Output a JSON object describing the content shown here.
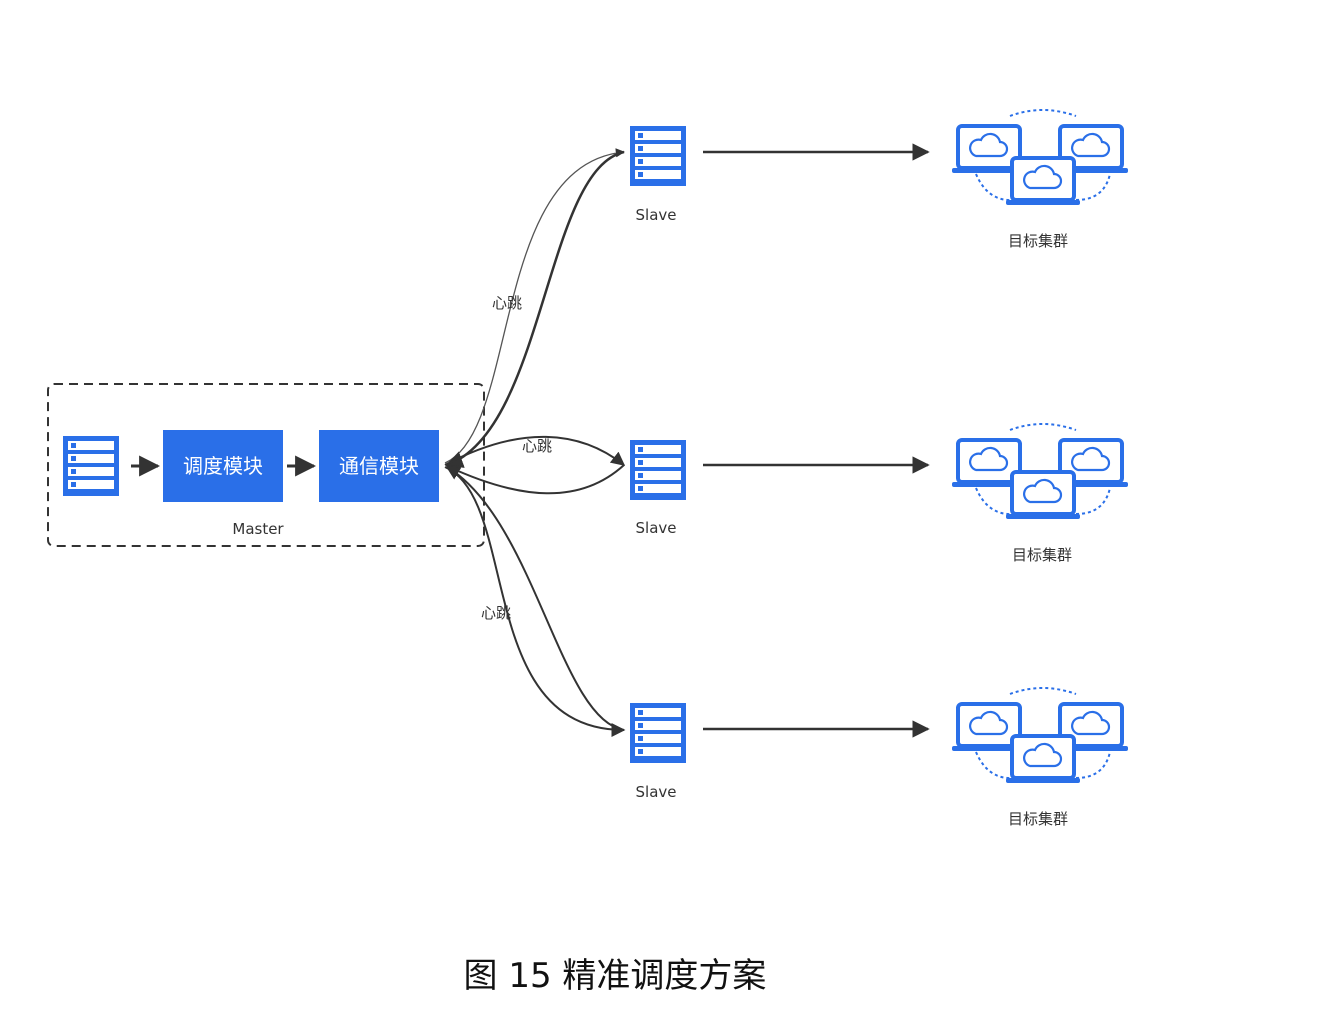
{
  "master": {
    "label": "Master",
    "scheduler_label": "调度模块",
    "comm_label": "通信模块"
  },
  "slaves": [
    {
      "label": "Slave",
      "cluster_label": "目标集群"
    },
    {
      "label": "Slave",
      "cluster_label": "目标集群"
    },
    {
      "label": "Slave",
      "cluster_label": "目标集群"
    }
  ],
  "heartbeat_labels": [
    "心跳",
    "心跳",
    "心跳"
  ],
  "caption": "图 15  精准调度方案",
  "colors": {
    "accent": "#2a6fe8",
    "line": "#333333"
  }
}
